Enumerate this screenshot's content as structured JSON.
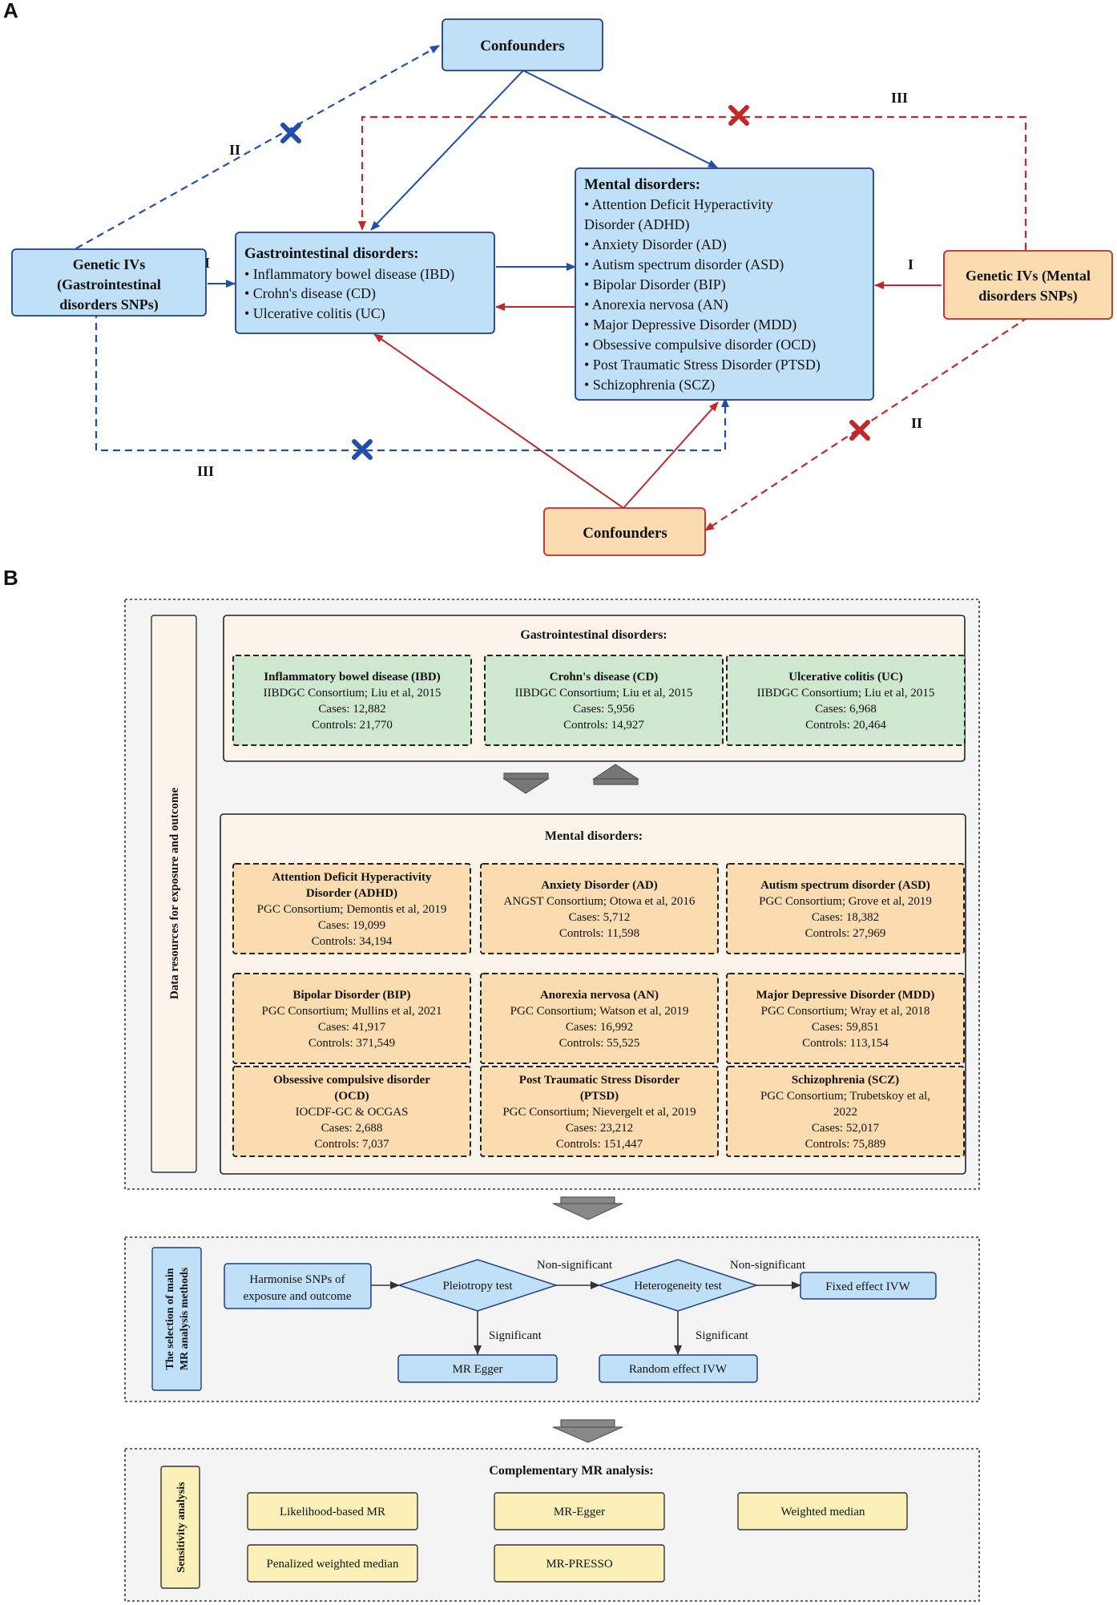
{
  "panel_a": {
    "letter": "A",
    "confounders_top": "Confounders",
    "confounders_bottom": "Confounders",
    "genetic_gi": [
      "Genetic IVs",
      "(Gastrointestinal",
      "disorders SNPs)"
    ],
    "genetic_mental": [
      "Genetic IVs (Mental",
      "disorders SNPs)"
    ],
    "gi_box": {
      "title": "Gastrointestinal disorders:",
      "items": [
        "• Inflammatory bowel disease (IBD)",
        "• Crohn's disease (CD)",
        "• Ulcerative colitis (UC)"
      ]
    },
    "mental_box": {
      "title": "Mental disorders:",
      "items": [
        "• Attention Deficit Hyperactivity",
        "Disorder (ADHD)",
        "• Anxiety Disorder (AD)",
        "• Autism spectrum disorder (ASD)",
        "• Bipolar Disorder (BIP)",
        "• Anorexia nervosa (AN)",
        "• Major Depressive Disorder (MDD)",
        "• Obsessive compulsive disorder (OCD)",
        "• Post Traumatic Stress Disorder (PTSD)",
        "• Schizophrenia (SCZ)"
      ]
    },
    "labels": {
      "I_left": "I",
      "II_left": "II",
      "III_left": "III",
      "I_right": "I",
      "II_right": "II",
      "III_right": "III"
    }
  },
  "panel_b": {
    "letter": "B",
    "side_label_data": "Data resources for  exposure and outcome",
    "gi_title": "Gastrointestinal disorders:",
    "gi_cards": [
      {
        "name": "Inflammatory bowel disease (IBD)",
        "lines": [
          "IIBDGC Consortium; Liu et al, 2015",
          "Cases:  12,882",
          "Controls:  21,770"
        ]
      },
      {
        "name": "Crohn's disease (CD)",
        "lines": [
          "IIBDGC Consortium; Liu et al, 2015",
          "Cases:  5,956",
          "Controls:  14,927"
        ]
      },
      {
        "name": "Ulcerative colitis (UC)",
        "lines": [
          "IIBDGC Consortium; Liu et al, 2015",
          "Cases:  6,968",
          "Controls:  20,464"
        ]
      }
    ],
    "mental_title": "Mental disorders:",
    "mental_cards": [
      {
        "name": [
          "Attention Deficit Hyperactivity",
          "Disorder (ADHD)"
        ],
        "lines": [
          "PGC Consortium; Demontis et al, 2019",
          "Cases:  19,099",
          "Controls:  34,194"
        ]
      },
      {
        "name": [
          "Anxiety Disorder (AD)"
        ],
        "lines": [
          "ANGST Consortium; Otowa et al, 2016",
          "Cases:  5,712",
          "Controls:  11,598"
        ]
      },
      {
        "name": [
          "Autism spectrum disorder (ASD)"
        ],
        "lines": [
          "PGC Consortium; Grove et al, 2019",
          "Cases:  18,382",
          "Controls:  27,969"
        ]
      },
      {
        "name": [
          "Bipolar Disorder (BIP)"
        ],
        "lines": [
          "PGC Consortium; Mullins et al, 2021",
          "Cases:  41,917",
          "Controls:  371,549"
        ]
      },
      {
        "name": [
          "Anorexia nervosa (AN)"
        ],
        "lines": [
          "PGC Consortium; Watson et al, 2019",
          "Cases:  16,992",
          "Controls:  55,525"
        ]
      },
      {
        "name": [
          "Major Depressive Disorder (MDD)"
        ],
        "lines": [
          "PGC Consortium; Wray et al, 2018",
          "Cases:  59,851",
          "Controls:  113,154"
        ]
      },
      {
        "name": [
          "Obsessive compulsive disorder",
          "(OCD)"
        ],
        "lines": [
          "IOCDF-GC & OCGAS",
          "Cases:  2,688",
          "Controls:  7,037"
        ]
      },
      {
        "name": [
          "Post Traumatic Stress Disorder",
          "(PTSD)"
        ],
        "lines": [
          "PGC Consortium; Nievergelt et al, 2019",
          "Cases:  23,212",
          "Controls:  151,447"
        ]
      },
      {
        "name": [
          "Schizophrenia (SCZ)"
        ],
        "lines": [
          "PGC Consortium; Trubetskoy et al,",
          "2022",
          "Cases:  52,017",
          "Controls:  75,889"
        ]
      }
    ],
    "side_label_methods": [
      "The selection of main",
      "MR analysis methods"
    ],
    "harmonise": [
      "Harmonise SNPs of",
      "exposure and outcome"
    ],
    "pleiotropy": "Pleiotropy test",
    "heterogeneity": "Heterogeneity test",
    "fixed": "Fixed effect IVW",
    "mr_egger": "MR Egger",
    "random": "Random effect IVW",
    "non_sig_1": "Non-significant",
    "non_sig_2": "Non-significant",
    "sig_1": "Significant",
    "sig_2": "Significant",
    "side_label_sens": "Sensitivity analysis",
    "comp_title": "Complementary MR analysis:",
    "comp_methods": [
      "Likelihood-based MR",
      "MR-Egger",
      "Weighted median",
      "Penalized weighted median",
      "MR-PRESSO"
    ]
  },
  "colors": {
    "blue_box": "#bfe0f7",
    "blue_stroke": "#1f3f8a",
    "blue_line": "#1f4fa8",
    "orange_box": "#fbdcb0",
    "red_line": "#c0282a",
    "green_card": "#cde8cf",
    "yellow_card": "#fbf1b8",
    "panel_bg": "#f4f4f4",
    "beige": "#faf4ea"
  }
}
